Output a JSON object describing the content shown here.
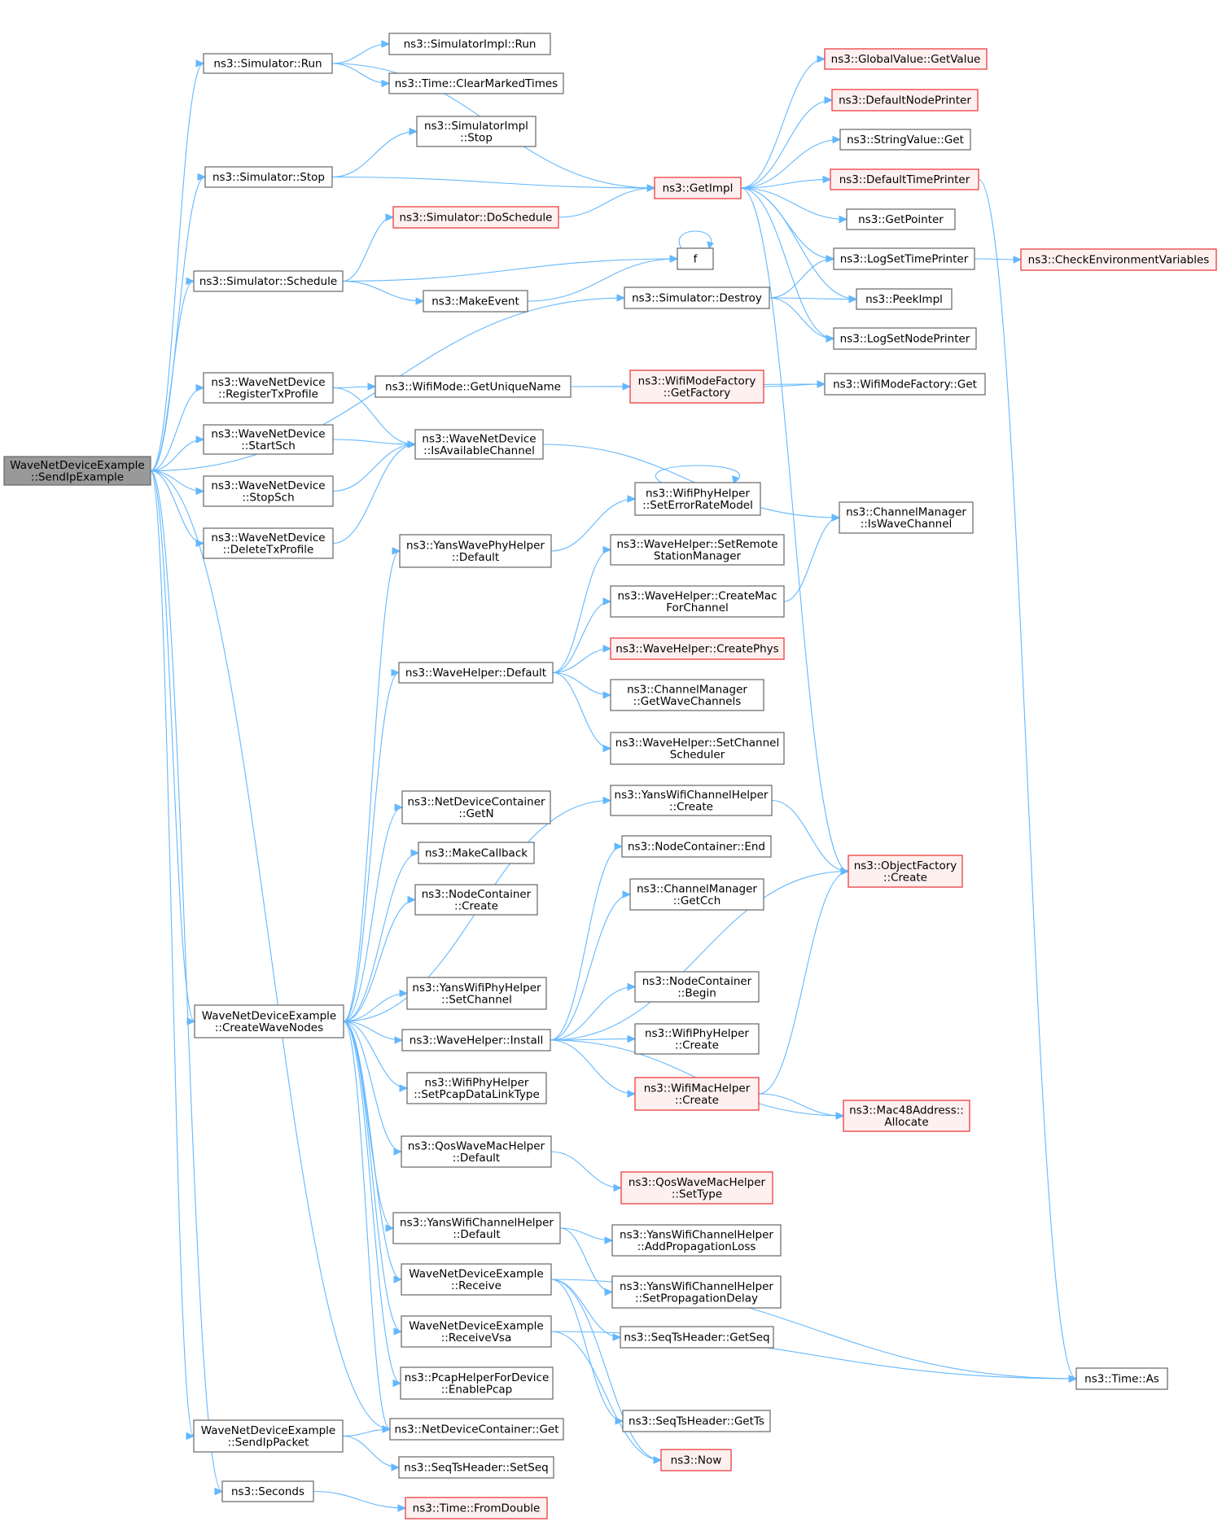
{
  "diagram": {
    "type": "call-graph",
    "colors": {
      "edge": "#63b8ff",
      "node_border": "#666666",
      "highlight_border": "#e8302e",
      "highlight_fill": "#fff0f0",
      "root_fill": "#999999"
    },
    "nodes": [
      {
        "id": "root",
        "lines": [
          "WaveNetDeviceExample",
          "::SendIpExample"
        ],
        "style": "root"
      },
      {
        "id": "simrun",
        "lines": [
          "ns3::Simulator::Run"
        ]
      },
      {
        "id": "simimplrun",
        "lines": [
          "ns3::SimulatorImpl::Run"
        ]
      },
      {
        "id": "clearmarked",
        "lines": [
          "ns3::Time::ClearMarkedTimes"
        ]
      },
      {
        "id": "simimplstop",
        "lines": [
          "ns3::SimulatorImpl",
          "::Stop"
        ]
      },
      {
        "id": "simstop",
        "lines": [
          "ns3::Simulator::Stop"
        ]
      },
      {
        "id": "getimpl",
        "lines": [
          "ns3::GetImpl"
        ],
        "style": "red"
      },
      {
        "id": "globalvalue",
        "lines": [
          "ns3::GlobalValue::GetValue"
        ],
        "style": "red"
      },
      {
        "id": "defnodeprinter",
        "lines": [
          "ns3::DefaultNodePrinter"
        ],
        "style": "red"
      },
      {
        "id": "stringvalue",
        "lines": [
          "ns3::StringValue::Get"
        ]
      },
      {
        "id": "deftimeprinter",
        "lines": [
          "ns3::DefaultTimePrinter"
        ],
        "style": "red"
      },
      {
        "id": "getpointer",
        "lines": [
          "ns3::GetPointer"
        ]
      },
      {
        "id": "logsettime",
        "lines": [
          "ns3::LogSetTimePrinter"
        ]
      },
      {
        "id": "checkenv",
        "lines": [
          "ns3::CheckEnvironmentVariables"
        ],
        "style": "red"
      },
      {
        "id": "peekimpl",
        "lines": [
          "ns3::PeekImpl"
        ]
      },
      {
        "id": "logsetnode",
        "lines": [
          "ns3::LogSetNodePrinter"
        ]
      },
      {
        "id": "doschedule",
        "lines": [
          "ns3::Simulator::DoSchedule"
        ],
        "style": "red"
      },
      {
        "id": "f",
        "lines": [
          "f"
        ]
      },
      {
        "id": "simschedule",
        "lines": [
          "ns3::Simulator::Schedule"
        ]
      },
      {
        "id": "makeevent",
        "lines": [
          "ns3::MakeEvent"
        ]
      },
      {
        "id": "simdestroy",
        "lines": [
          "ns3::Simulator::Destroy"
        ]
      },
      {
        "id": "registertx",
        "lines": [
          "ns3::WaveNetDevice",
          "::RegisterTxProfile"
        ]
      },
      {
        "id": "getuniquename",
        "lines": [
          "ns3::WifiMode::GetUniqueName"
        ]
      },
      {
        "id": "getfactory",
        "lines": [
          "ns3::WifiModeFactory",
          "::GetFactory"
        ],
        "style": "red"
      },
      {
        "id": "wmfget",
        "lines": [
          "ns3::WifiModeFactory::Get"
        ]
      },
      {
        "id": "startsch",
        "lines": [
          "ns3::WaveNetDevice",
          "::StartSch"
        ]
      },
      {
        "id": "isavail",
        "lines": [
          "ns3::WaveNetDevice",
          "::IsAvailableChannel"
        ]
      },
      {
        "id": "stopsch",
        "lines": [
          "ns3::WaveNetDevice",
          "::StopSch"
        ]
      },
      {
        "id": "seterror",
        "lines": [
          "ns3::WifiPhyHelper",
          "::SetErrorRateModel"
        ]
      },
      {
        "id": "iswave",
        "lines": [
          "ns3::ChannelManager",
          "::IsWaveChannel"
        ]
      },
      {
        "id": "deletetx",
        "lines": [
          "ns3::WaveNetDevice",
          "::DeleteTxProfile"
        ]
      },
      {
        "id": "yanswavedef",
        "lines": [
          "ns3::YansWavePhyHelper",
          "::Default"
        ]
      },
      {
        "id": "setremote",
        "lines": [
          "ns3::WaveHelper::SetRemote",
          "StationManager"
        ]
      },
      {
        "id": "createmac",
        "lines": [
          "ns3::WaveHelper::CreateMac",
          "ForChannel"
        ]
      },
      {
        "id": "wavehelperdef",
        "lines": [
          "ns3::WaveHelper::Default"
        ]
      },
      {
        "id": "createphys",
        "lines": [
          "ns3::WaveHelper::CreatePhys"
        ],
        "style": "red"
      },
      {
        "id": "getwavech",
        "lines": [
          "ns3::ChannelManager",
          "::GetWaveChannels"
        ]
      },
      {
        "id": "setchsched",
        "lines": [
          "ns3::WaveHelper::SetChannel",
          "Scheduler"
        ]
      },
      {
        "id": "ndcgetn",
        "lines": [
          "ns3::NetDeviceContainer",
          "::GetN"
        ]
      },
      {
        "id": "yanschcreate",
        "lines": [
          "ns3::YansWifiChannelHelper",
          "::Create"
        ]
      },
      {
        "id": "makecallback",
        "lines": [
          "ns3::MakeCallback"
        ]
      },
      {
        "id": "ncend",
        "lines": [
          "ns3::NodeContainer::End"
        ]
      },
      {
        "id": "objfactory",
        "lines": [
          "ns3::ObjectFactory",
          "::Create"
        ],
        "style": "red"
      },
      {
        "id": "nccreate",
        "lines": [
          "ns3::NodeContainer",
          "::Create"
        ]
      },
      {
        "id": "getcch",
        "lines": [
          "ns3::ChannelManager",
          "::GetCch"
        ]
      },
      {
        "id": "ncbegin",
        "lines": [
          "ns3::NodeContainer",
          "::Begin"
        ]
      },
      {
        "id": "setchannel",
        "lines": [
          "ns3::YansWifiPhyHelper",
          "::SetChannel"
        ]
      },
      {
        "id": "createwave",
        "lines": [
          "WaveNetDeviceExample",
          "::CreateWaveNodes"
        ]
      },
      {
        "id": "whinstall",
        "lines": [
          "ns3::WaveHelper::Install"
        ]
      },
      {
        "id": "wphycreate",
        "lines": [
          "ns3::WifiPhyHelper",
          "::Create"
        ]
      },
      {
        "id": "wmaccreate",
        "lines": [
          "ns3::WifiMacHelper",
          "::Create"
        ],
        "style": "red"
      },
      {
        "id": "setpcap",
        "lines": [
          "ns3::WifiPhyHelper",
          "::SetPcapDataLinkType"
        ]
      },
      {
        "id": "mac48",
        "lines": [
          "ns3::Mac48Address::",
          "Allocate"
        ],
        "style": "red"
      },
      {
        "id": "qosdef",
        "lines": [
          "ns3::QosWaveMacHelper",
          "::Default"
        ]
      },
      {
        "id": "qossettype",
        "lines": [
          "ns3::QosWaveMacHelper",
          "::SetType"
        ],
        "style": "red"
      },
      {
        "id": "yanschdef",
        "lines": [
          "ns3::YansWifiChannelHelper",
          "::Default"
        ]
      },
      {
        "id": "addprop",
        "lines": [
          "ns3::YansWifiChannelHelper",
          "::AddPropagationLoss"
        ]
      },
      {
        "id": "receive",
        "lines": [
          "WaveNetDeviceExample",
          "::Receive"
        ]
      },
      {
        "id": "setpropdelay",
        "lines": [
          "ns3::YansWifiChannelHelper",
          "::SetPropagationDelay"
        ]
      },
      {
        "id": "getseq",
        "lines": [
          "ns3::SeqTsHeader::GetSeq"
        ]
      },
      {
        "id": "receivevsa",
        "lines": [
          "WaveNetDeviceExample",
          "::ReceiveVsa"
        ]
      },
      {
        "id": "enablepcap",
        "lines": [
          "ns3::PcapHelperForDevice",
          "::EnablePcap"
        ]
      },
      {
        "id": "timeas",
        "lines": [
          "ns3::Time::As"
        ]
      },
      {
        "id": "getts",
        "lines": [
          "ns3::SeqTsHeader::GetTs"
        ]
      },
      {
        "id": "sendippacket",
        "lines": [
          "WaveNetDeviceExample",
          "::SendIpPacket"
        ]
      },
      {
        "id": "ndcget",
        "lines": [
          "ns3::NetDeviceContainer::Get"
        ]
      },
      {
        "id": "now",
        "lines": [
          "ns3::Now"
        ],
        "style": "red"
      },
      {
        "id": "setseq",
        "lines": [
          "ns3::SeqTsHeader::SetSeq"
        ]
      },
      {
        "id": "seconds",
        "lines": [
          "ns3::Seconds"
        ]
      },
      {
        "id": "fromdouble",
        "lines": [
          "ns3::Time::FromDouble"
        ],
        "style": "red"
      }
    ],
    "edges": [
      [
        "root",
        "simrun"
      ],
      [
        "root",
        "simstop"
      ],
      [
        "root",
        "simschedule"
      ],
      [
        "root",
        "simdestroy"
      ],
      [
        "root",
        "registertx"
      ],
      [
        "root",
        "startsch"
      ],
      [
        "root",
        "stopsch"
      ],
      [
        "root",
        "deletetx"
      ],
      [
        "root",
        "createwave"
      ],
      [
        "root",
        "ndcget"
      ],
      [
        "root",
        "sendippacket"
      ],
      [
        "root",
        "seconds"
      ],
      [
        "simrun",
        "simimplrun"
      ],
      [
        "simrun",
        "clearmarked"
      ],
      [
        "simrun",
        "getimpl"
      ],
      [
        "simstop",
        "simimplstop"
      ],
      [
        "simstop",
        "getimpl"
      ],
      [
        "getimpl",
        "globalvalue"
      ],
      [
        "getimpl",
        "defnodeprinter"
      ],
      [
        "getimpl",
        "stringvalue"
      ],
      [
        "getimpl",
        "deftimeprinter"
      ],
      [
        "getimpl",
        "getpointer"
      ],
      [
        "getimpl",
        "logsettime"
      ],
      [
        "getimpl",
        "peekimpl"
      ],
      [
        "getimpl",
        "logsetnode"
      ],
      [
        "getimpl",
        "objfactory"
      ],
      [
        "deftimeprinter",
        "timeas"
      ],
      [
        "logsettime",
        "checkenv"
      ],
      [
        "doschedule",
        "getimpl"
      ],
      [
        "simschedule",
        "doschedule"
      ],
      [
        "simschedule",
        "f"
      ],
      [
        "simschedule",
        "makeevent"
      ],
      [
        "makeevent",
        "f"
      ],
      [
        "f",
        "f"
      ],
      [
        "simdestroy",
        "logsettime"
      ],
      [
        "simdestroy",
        "peekimpl"
      ],
      [
        "simdestroy",
        "logsetnode"
      ],
      [
        "registertx",
        "getuniquename"
      ],
      [
        "registertx",
        "isavail"
      ],
      [
        "getuniquename",
        "getfactory"
      ],
      [
        "getuniquename",
        "wmfget"
      ],
      [
        "getfactory",
        "wmfget"
      ],
      [
        "startsch",
        "isavail"
      ],
      [
        "stopsch",
        "isavail"
      ],
      [
        "deletetx",
        "isavail"
      ],
      [
        "isavail",
        "iswave"
      ],
      [
        "yanswavedef",
        "seterror"
      ],
      [
        "seterror",
        "seterror"
      ],
      [
        "createwave",
        "yanswavedef"
      ],
      [
        "createwave",
        "wavehelperdef"
      ],
      [
        "createwave",
        "ndcgetn"
      ],
      [
        "createwave",
        "makecallback"
      ],
      [
        "createwave",
        "nccreate"
      ],
      [
        "createwave",
        "yanschcreate"
      ],
      [
        "createwave",
        "setchannel"
      ],
      [
        "createwave",
        "whinstall"
      ],
      [
        "createwave",
        "setpcap"
      ],
      [
        "createwave",
        "qosdef"
      ],
      [
        "createwave",
        "yanschdef"
      ],
      [
        "createwave",
        "receive"
      ],
      [
        "createwave",
        "receivevsa"
      ],
      [
        "createwave",
        "enablepcap"
      ],
      [
        "createwave",
        "ndcget"
      ],
      [
        "wavehelperdef",
        "setremote"
      ],
      [
        "wavehelperdef",
        "createmac"
      ],
      [
        "wavehelperdef",
        "createphys"
      ],
      [
        "wavehelperdef",
        "getwavech"
      ],
      [
        "wavehelperdef",
        "setchsched"
      ],
      [
        "createmac",
        "iswave"
      ],
      [
        "yanschcreate",
        "objfactory"
      ],
      [
        "whinstall",
        "ncend"
      ],
      [
        "whinstall",
        "getcch"
      ],
      [
        "whinstall",
        "objfactory"
      ],
      [
        "whinstall",
        "ncbegin"
      ],
      [
        "whinstall",
        "wphycreate"
      ],
      [
        "whinstall",
        "wmaccreate"
      ],
      [
        "whinstall",
        "mac48"
      ],
      [
        "wmaccreate",
        "objfactory"
      ],
      [
        "wmaccreate",
        "mac48"
      ],
      [
        "qosdef",
        "qossettype"
      ],
      [
        "yanschdef",
        "addprop"
      ],
      [
        "yanschdef",
        "setpropdelay"
      ],
      [
        "receive",
        "getseq"
      ],
      [
        "receive",
        "getts"
      ],
      [
        "receive",
        "now"
      ],
      [
        "receive",
        "timeas"
      ],
      [
        "receivevsa",
        "now"
      ],
      [
        "receivevsa",
        "timeas"
      ],
      [
        "sendippacket",
        "ndcget"
      ],
      [
        "sendippacket",
        "setseq"
      ],
      [
        "seconds",
        "fromdouble"
      ]
    ]
  }
}
